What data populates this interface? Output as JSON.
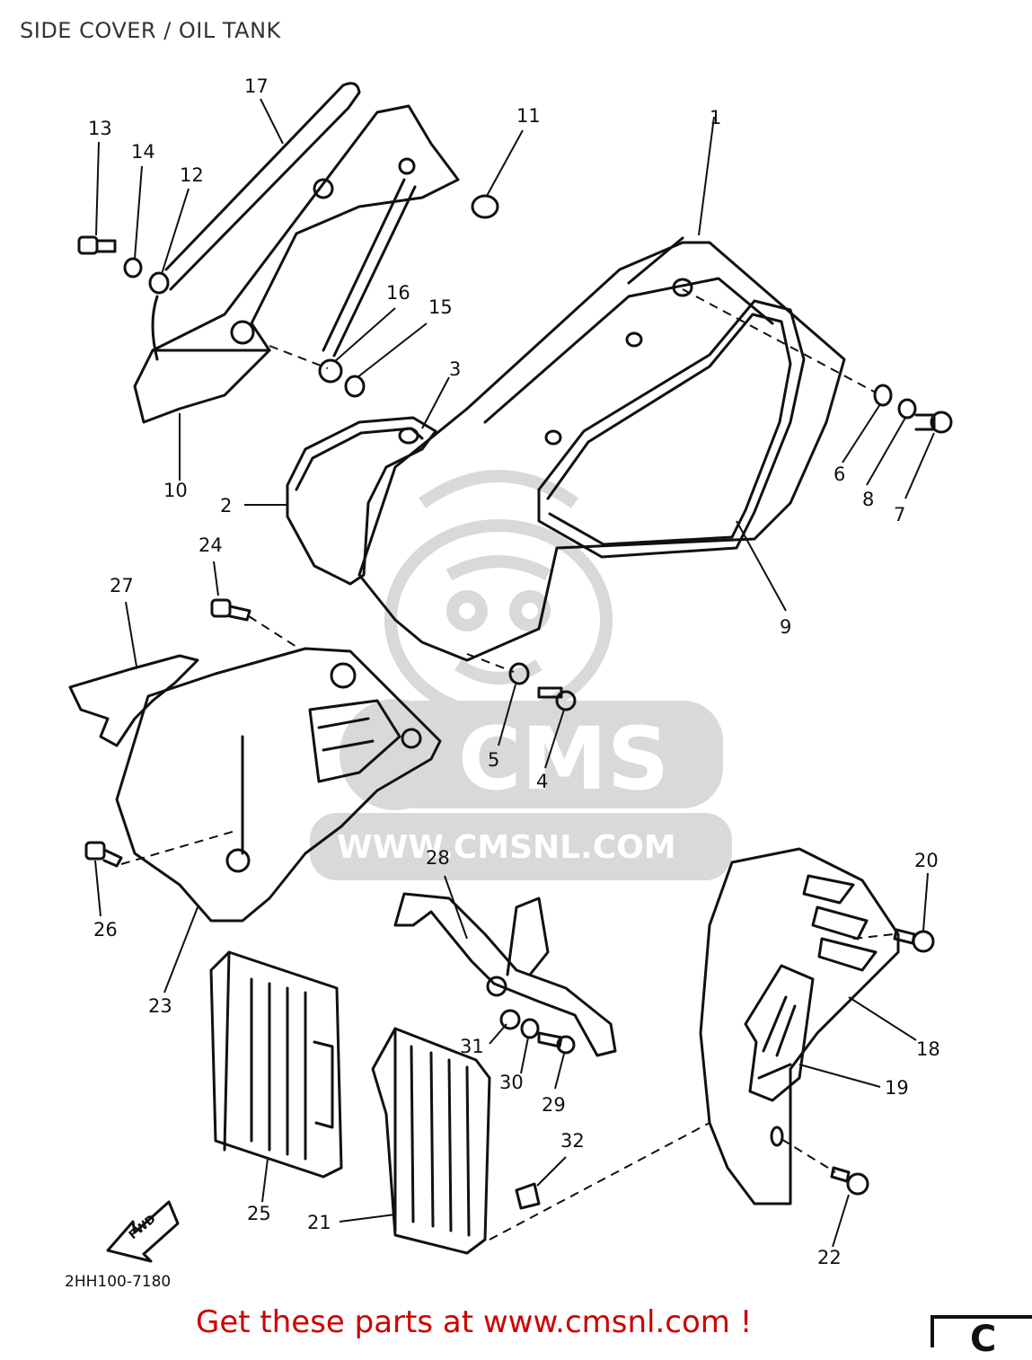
{
  "title": "SIDE COVER / OIL TANK",
  "drawing_code": "2HH100-7180",
  "fwd_label": "FWD",
  "watermark": {
    "brand": "CMS",
    "url": "WWW.CMSNL.COM"
  },
  "promo_text": "Get these parts at www.cmsnl.com !",
  "badge_text": "C",
  "callouts": {
    "c1": "1",
    "c2": "2",
    "c3": "3",
    "c4": "4",
    "c5": "5",
    "c6": "6",
    "c7": "7",
    "c8": "8",
    "c9": "9",
    "c10": "10",
    "c11": "11",
    "c12": "12",
    "c13": "13",
    "c14": "14",
    "c15": "15",
    "c16": "16",
    "c17": "17",
    "c18": "18",
    "c19": "19",
    "c20": "20",
    "c21": "21",
    "c22": "22",
    "c23": "23",
    "c24": "24",
    "c25": "25",
    "c26": "26",
    "c27": "27",
    "c28": "28",
    "c29": "29",
    "c30": "30",
    "c31": "31",
    "c32": "32"
  },
  "colors": {
    "promo": "#cc0000",
    "watermark": "#d9d9d9",
    "lines": "#111111"
  }
}
